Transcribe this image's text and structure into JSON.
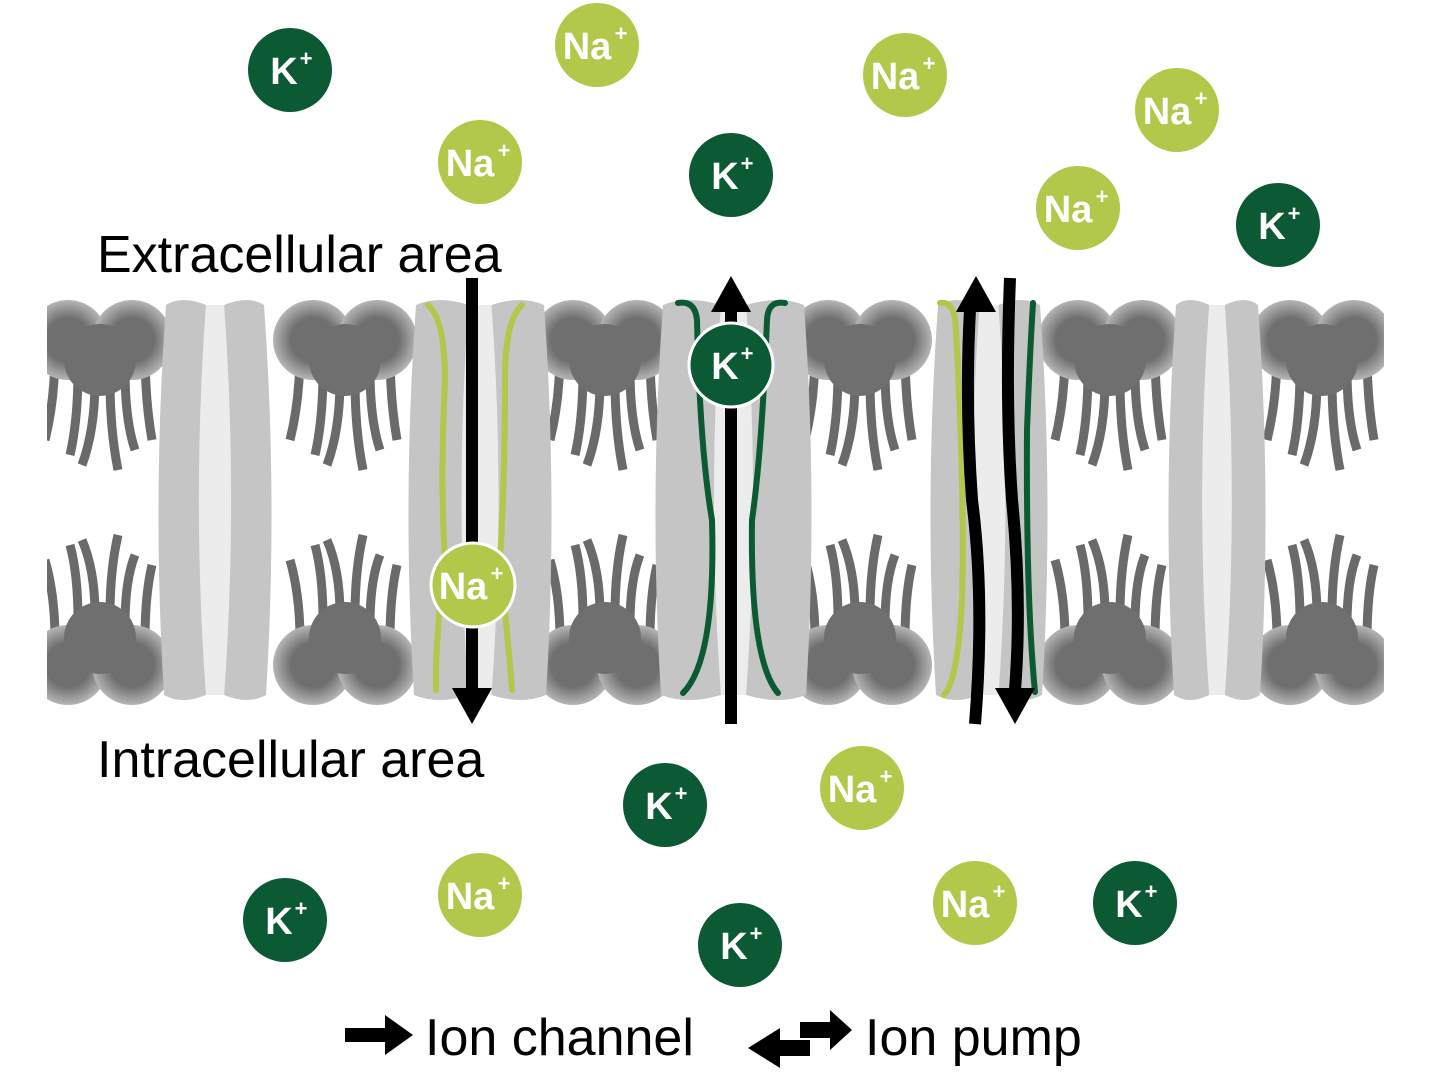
{
  "labels": {
    "extracellular": "Extracellular area",
    "intracellular": "Intracellular area"
  },
  "legend": {
    "ion_channel": "Ion channel",
    "ion_pump": "Ion pump"
  },
  "ions": {
    "potassium": {
      "symbol": "K",
      "charge": "+",
      "color": "#0b5a34"
    },
    "sodium": {
      "symbol": "Na",
      "charge": "+",
      "color": "#b1c84b"
    }
  },
  "ion_list": [
    "potassium",
    "sodium",
    "sodium",
    "sodium",
    "sodium",
    "potassium",
    "sodium",
    "potassium",
    "potassium",
    "sodium",
    "potassium",
    "sodium",
    "sodium",
    "potassium",
    "potassium"
  ],
  "membrane_ions": [
    "sodium",
    "potassium"
  ],
  "colors": {
    "lipid_head": "#6f6f6f",
    "lipid_tail": "#6a6a6a",
    "protein": "#c5c5c5",
    "channel_lumen": "#ececec"
  }
}
